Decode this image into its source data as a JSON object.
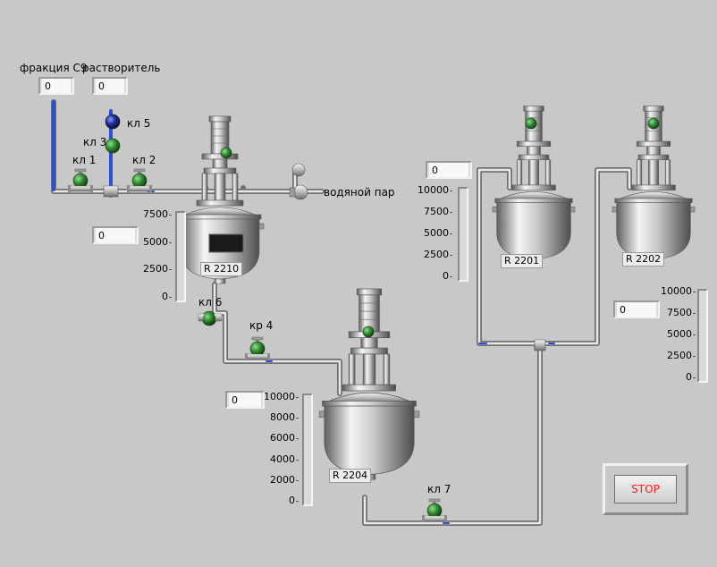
{
  "colors": {
    "background": "#c8c8c8",
    "level_fill": "#2b4fd6",
    "valve_green": "#2f8a2f",
    "valve_blue": "#1a2a8a",
    "stop_text": "#ff1a1a"
  },
  "inputs": {
    "c9": {
      "label": "фракция С9",
      "value": "0"
    },
    "solvent": {
      "label": "растворитель",
      "value": "0"
    }
  },
  "valves": {
    "v1": {
      "label": "кл 1",
      "color": "green"
    },
    "v2": {
      "label": "кл 2",
      "color": "green"
    },
    "v3": {
      "label": "кл 3",
      "color": "green"
    },
    "v5": {
      "label": "кл 5",
      "color": "blue"
    },
    "v6": {
      "label": "кл 6",
      "color": "green"
    },
    "v4": {
      "label": "кр 4",
      "color": "green"
    },
    "v7": {
      "label": "кл 7",
      "color": "green"
    }
  },
  "steam": {
    "label": "водяной пар"
  },
  "reactors": {
    "r2210": {
      "label": "R 2210",
      "value": "0",
      "scale": [
        "7500",
        "5000",
        "2500",
        "0"
      ],
      "level_fraction": 0
    },
    "r2204": {
      "label": "R 2204",
      "value": "0",
      "scale": [
        "10000",
        "8000",
        "6000",
        "4000",
        "2000",
        "0"
      ],
      "level_fraction": 0
    },
    "r2201": {
      "label": "R 2201",
      "value": "0",
      "scale": [
        "10000",
        "7500",
        "5000",
        "2500",
        "0"
      ],
      "level_fraction": 0
    },
    "r2202": {
      "label": "R 2202",
      "value": "0",
      "scale": [
        "10000",
        "7500",
        "5000",
        "2500",
        "0"
      ],
      "level_fraction": 0
    }
  },
  "stop": {
    "label": "STOP"
  }
}
